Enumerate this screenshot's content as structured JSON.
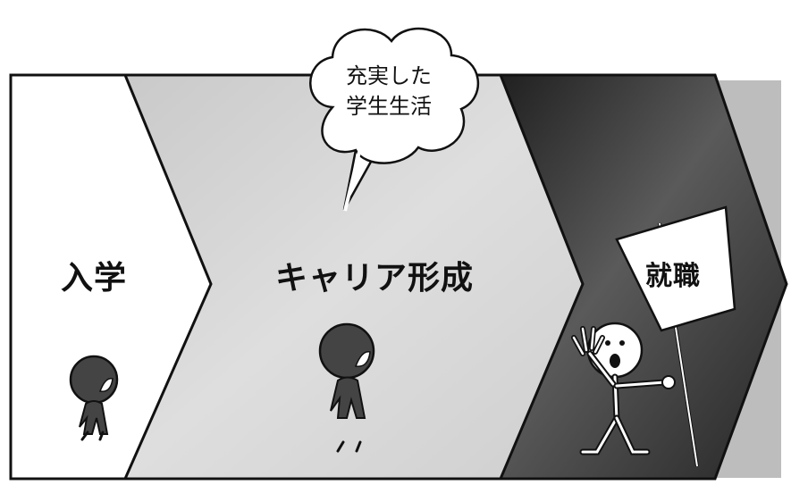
{
  "stages": [
    {
      "label": "入学"
    },
    {
      "label": "キャリア形成"
    },
    {
      "label": "就職"
    }
  ],
  "speech_bubble": {
    "line1": "充実した",
    "line2": "学生生活"
  },
  "colors": {
    "stage1_fill": "#ffffff",
    "stage2_fill": "#d6d6d6",
    "stage3_fill": "#3a3a3a",
    "figure_fill": "#444444",
    "outline": "#111111"
  }
}
